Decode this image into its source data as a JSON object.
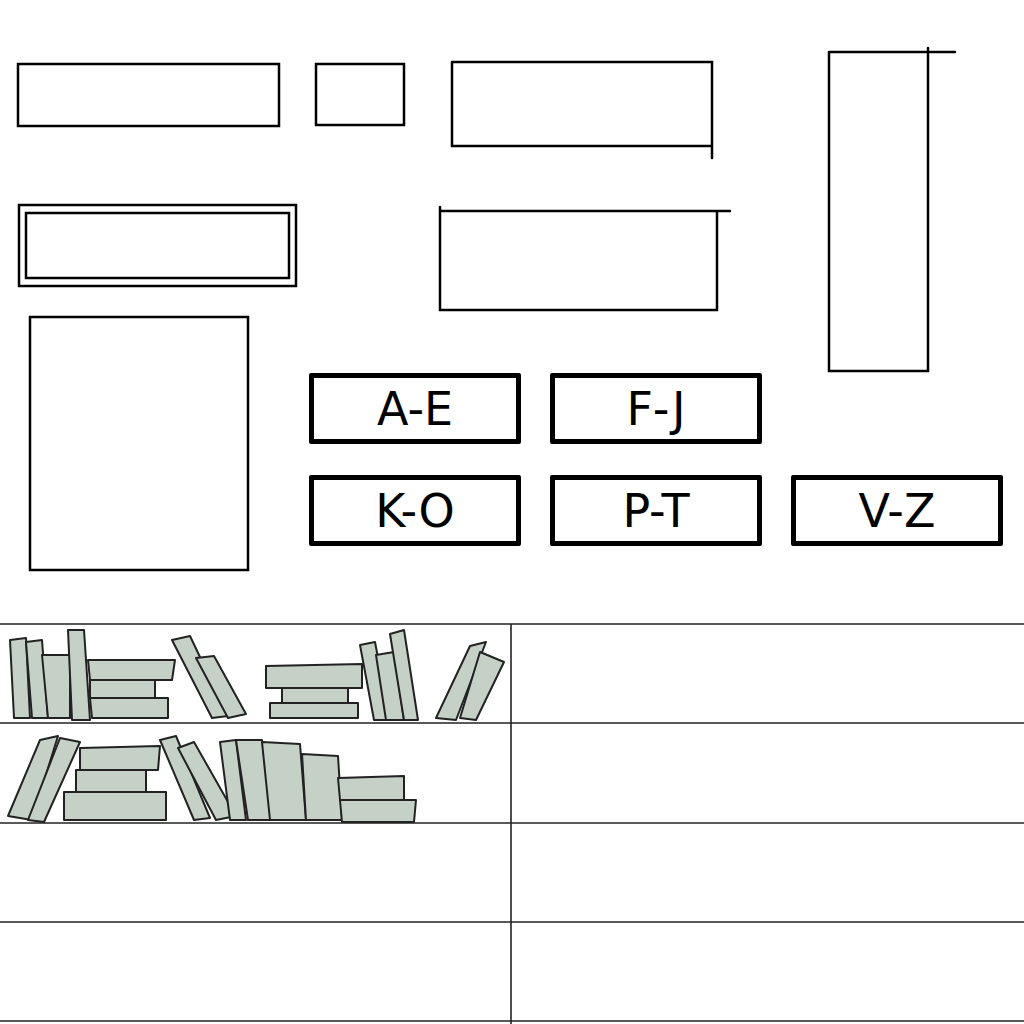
{
  "diagram": {
    "nodes": [
      {
        "text": [
          "A-E"
        ]
      },
      {
        "text": [
          "F-J"
        ]
      },
      {
        "text": [
          "K-O"
        ]
      },
      {
        "text": [
          "P-T"
        ]
      },
      {
        "text": [
          "V-Z"
        ]
      }
    ]
  }
}
